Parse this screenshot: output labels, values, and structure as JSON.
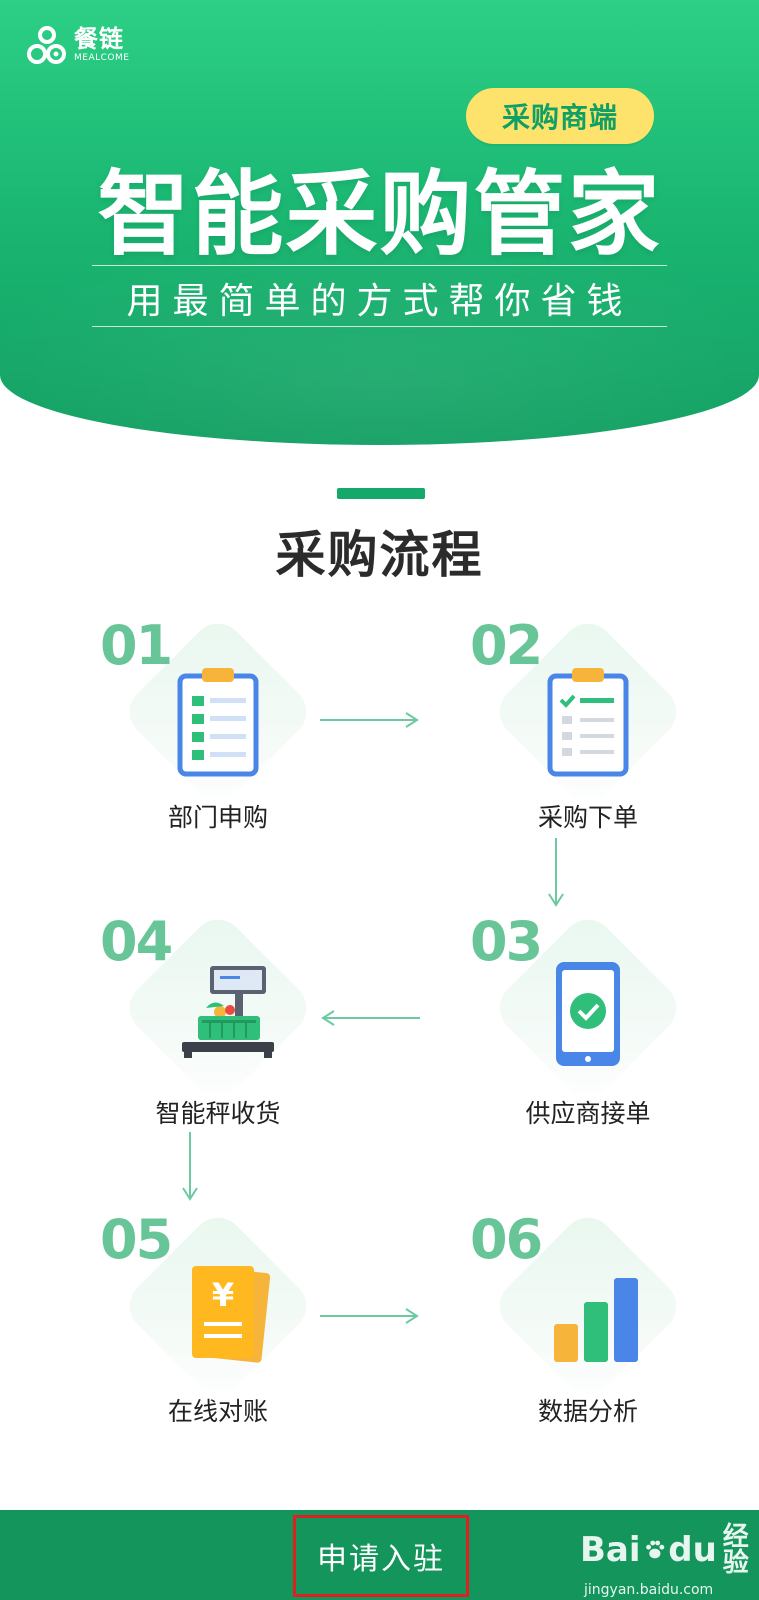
{
  "brand": {
    "name_cn": "餐链",
    "name_en": "MEALCOME"
  },
  "hero": {
    "badge": "采购商端",
    "title": "智能采购管家",
    "subtitle": "用最简单的方式帮你省钱"
  },
  "section": {
    "title": "采购流程"
  },
  "steps": [
    {
      "num": "01",
      "label": "部门申购",
      "icon": "clipboard-list-icon"
    },
    {
      "num": "02",
      "label": "采购下单",
      "icon": "checklist-icon"
    },
    {
      "num": "03",
      "label": "供应商接单",
      "icon": "phone-check-icon"
    },
    {
      "num": "04",
      "label": "智能秤收货",
      "icon": "scale-basket-icon"
    },
    {
      "num": "05",
      "label": "在线对账",
      "icon": "invoice-yuan-icon"
    },
    {
      "num": "06",
      "label": "数据分析",
      "icon": "bar-chart-icon"
    }
  ],
  "footer": {
    "apply_label": "申请入驻"
  },
  "watermark": {
    "brand_left": "Bai",
    "brand_right": "du",
    "cn": "经验",
    "url": "jingyan.baidu.com"
  },
  "colors": {
    "primary": "#14a96a",
    "badge": "#fde36b",
    "number": "#67c597",
    "footer": "#13955c",
    "highlight": "#e02020"
  }
}
